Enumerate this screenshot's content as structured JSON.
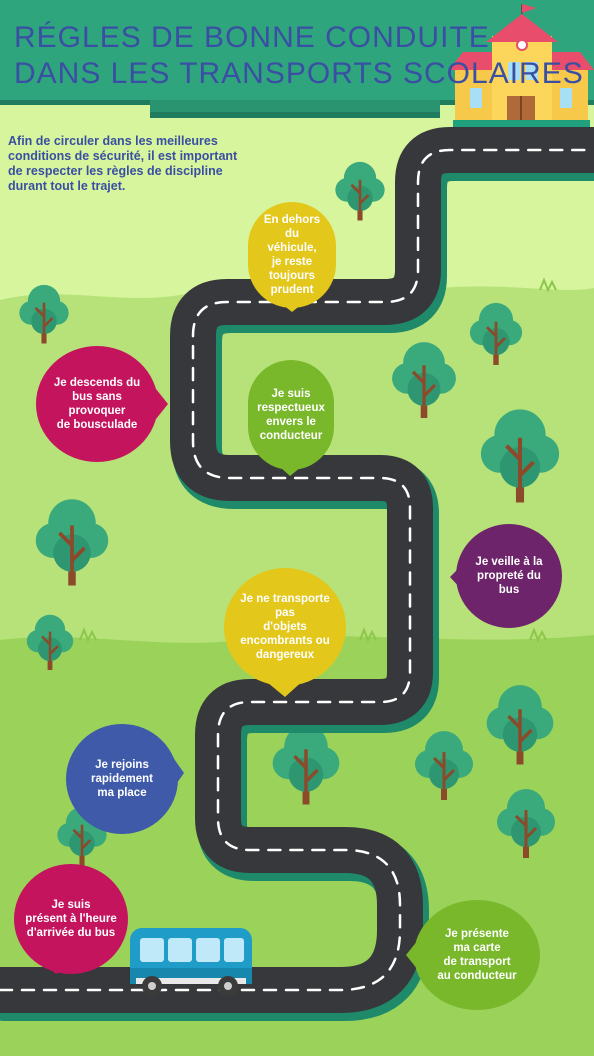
{
  "title": {
    "line1": "RÉGLES DE BONNE CONDUITE",
    "line2": "DANS LES TRANSPORTS SCOLAIRES"
  },
  "intro": "Afin de circuler dans les meilleures conditions de sécurité, il est important de respecter les règles de discipline durant tout le trajet.",
  "rules": [
    {
      "id": "outside-vehicle",
      "text": "En dehors du\nvéhicule,\nje reste toujours\nprudent",
      "color": "#e3c71b"
    },
    {
      "id": "get-off",
      "text": "Je descends du\nbus sans\nprovoquer\nde bousculade",
      "color": "#c4145e"
    },
    {
      "id": "respect-driver",
      "text": "Je suis\nrespectueux\nenvers le\nconducteur",
      "color": "#7ab82b"
    },
    {
      "id": "clean-bus",
      "text": "Je veille à la\npropreté du bus",
      "color": "#6d246a"
    },
    {
      "id": "no-objects",
      "text": "Je ne transporte pas\nd'objets\nencombrants ou\ndangereux",
      "color": "#e3c71b"
    },
    {
      "id": "seat",
      "text": "Je rejoins\nrapidement\nma place",
      "color": "#3f5aa8"
    },
    {
      "id": "on-time",
      "text": "Je suis\nprésent à l'heure\nd'arrivée du bus",
      "color": "#c4145e"
    },
    {
      "id": "card",
      "text": "Je présente\nma carte\nde transport\nau conducteur",
      "color": "#7ab82b"
    }
  ],
  "colors": {
    "sky": "#d7f59c",
    "hill_mid": "#b7e27a",
    "hill_low": "#9bd35a",
    "banner": "#2fa57e",
    "banner_edge": "#1f7c5f",
    "title": "#3a4fa3",
    "road": "#37383b",
    "road_edge": "#1f8a6a",
    "tree": "#3aa97c",
    "trunk": "#8c4a2a",
    "bus": "#1f9cc7"
  },
  "icons": [
    "school-icon",
    "bus-icon",
    "tree-icon"
  ]
}
